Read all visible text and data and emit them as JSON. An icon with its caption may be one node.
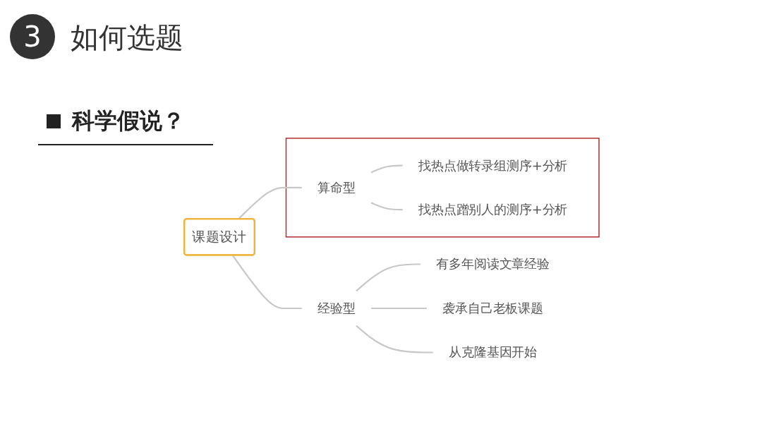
{
  "diagram": {
    "title": "如何选题",
    "nodes": [
      {
        "text": [
          "课题设计"
        ]
      },
      {
        "text": [
          "经验型"
        ]
      },
      {
        "text": [
          "有多年阅读文章经验"
        ]
      },
      {
        "text": [
          "袭承自己老板课题"
        ]
      },
      {
        "text": [
          "从克隆基因开始"
        ]
      },
      {
        "text": [],
        "shape": "box"
      },
      {
        "text": [
          "算命型"
        ],
        "in": 5
      },
      {
        "text": [
          "找热点做转录组测序+分析"
        ],
        "in": 5
      },
      {
        "text": [
          "找热点蹭别人的测序+分析"
        ],
        "in": 5
      }
    ],
    "edges": [
      {
        "from": 0,
        "to": 1,
        "arrow": "none"
      },
      {
        "from": 0,
        "to": 6,
        "arrow": "none"
      },
      {
        "from": 1,
        "to": 2,
        "arrow": "none"
      },
      {
        "from": 1,
        "to": 3,
        "arrow": "none"
      },
      {
        "from": 1,
        "to": 4,
        "arrow": "none"
      },
      {
        "from": 6,
        "to": 7,
        "arrow": "none"
      },
      {
        "from": 6,
        "to": 8,
        "arrow": "none"
      }
    ],
    "labels": [
      "3",
      "科学假说？"
    ]
  }
}
